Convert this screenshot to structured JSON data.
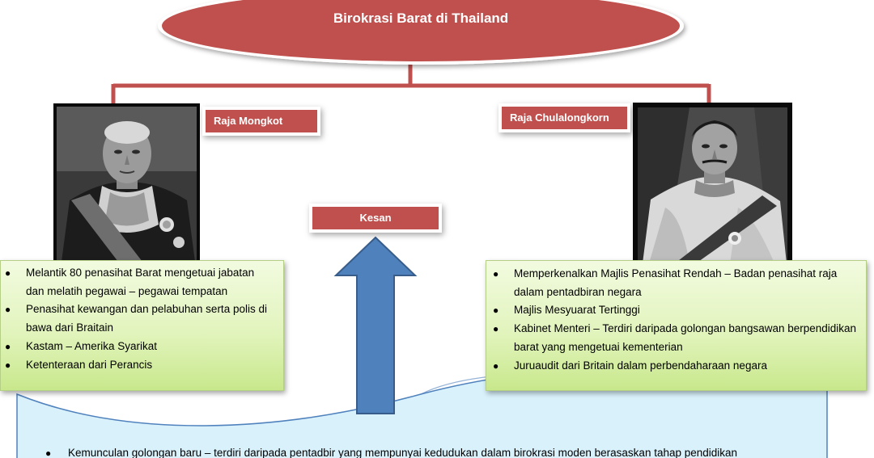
{
  "title": "Birokrasi Barat di Thailand",
  "left": {
    "king_label": "Raja Mongkot",
    "portrait_icon": "portrait-elderly-king-photo",
    "points": [
      "Melantik 80 penasihat Barat mengetuai jabatan dan melatih pegawai – pegawai tempatan",
      "Penasihat kewangan dan pelabuhan serta polis di bawa dari Braitain",
      "Kastam – Amerika Syarikat",
      "Ketenteraan dari Perancis"
    ]
  },
  "right": {
    "king_label": "Raja Chulalongkorn",
    "portrait_icon": "portrait-king-uniform-photo",
    "points": [
      "Memperkenalkan Majlis Penasihat Rendah – Badan penasihat raja dalam pentadbiran negara",
      "Majlis Mesyuarat Tertinggi",
      "Kabinet Menteri – Terdiri daripada golongan bangsawan berpendidikan barat yang mengetuai kementerian",
      "Juruaudit dari Britain dalam perbendaharaan negara"
    ]
  },
  "center": {
    "effect_label": "Kesan",
    "arrow_icon": "up-arrow-icon"
  },
  "bottom": {
    "points": [
      "Kemunculan golongan baru – terdiri daripada pentadbir yang mempunyai kedudukan dalam birokrasi moden berasaskan tahap pendidikan"
    ]
  },
  "colors": {
    "accent_red": "#c0504d",
    "connector_red": "#c0504d",
    "arrow_blue": "#4f81bd",
    "arrow_border": "#385d8a",
    "green_fill": "#e2f4bd",
    "scroll_fill": "#d9f1fb",
    "scroll_border": "#4f81bd"
  }
}
